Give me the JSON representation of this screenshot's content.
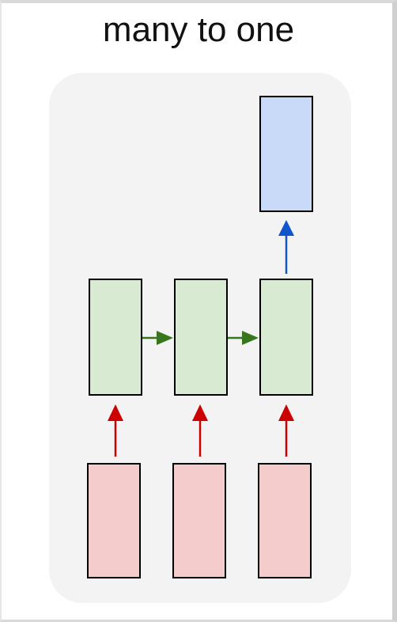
{
  "title": "many to one",
  "colors": {
    "panel": "#f3f3f3",
    "input_fill": "#f4cccc",
    "hidden_fill": "#d9ead3",
    "output_fill": "#c9daf8",
    "box_stroke": "#000000",
    "input_arrow": "#cc0000",
    "recurrent_arrow": "#38761d",
    "output_arrow": "#1155cc"
  },
  "diagram": {
    "inputs": 3,
    "hidden_states": 3,
    "outputs": 1
  }
}
